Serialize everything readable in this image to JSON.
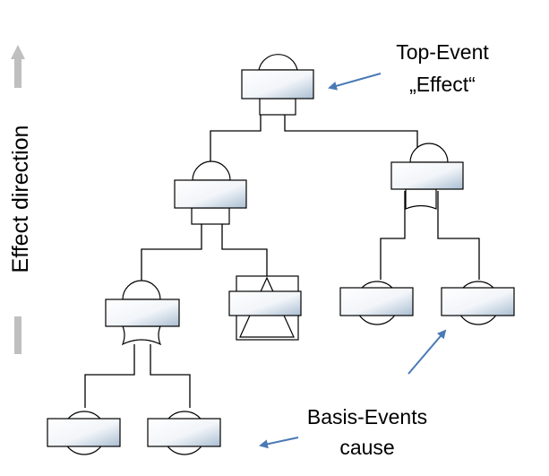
{
  "axis_label": "Effect direction",
  "annotations": {
    "top_event_line1": "Top-Event",
    "top_event_line2": "„Effect“",
    "basis_events_line1": "Basis-Events",
    "basis_events_line2": "cause"
  },
  "colors": {
    "line": "#000000",
    "box_fill_light": "#ffffff",
    "box_fill_dark": "#aabed2",
    "arrow_blue": "#4a7ab5",
    "axis_arrow_gray": "#bfbfbf"
  },
  "nodes": [
    {
      "id": "top",
      "kind": "and-gate"
    },
    {
      "id": "mid-left",
      "kind": "and-gate"
    },
    {
      "id": "mid-right",
      "kind": "or-gate"
    },
    {
      "id": "low-left",
      "kind": "or-gate"
    },
    {
      "id": "transfer",
      "kind": "transfer"
    },
    {
      "id": "basic-1",
      "kind": "basic-event"
    },
    {
      "id": "basic-2",
      "kind": "basic-event"
    },
    {
      "id": "basic-3",
      "kind": "basic-event"
    },
    {
      "id": "basic-4",
      "kind": "basic-event"
    }
  ]
}
